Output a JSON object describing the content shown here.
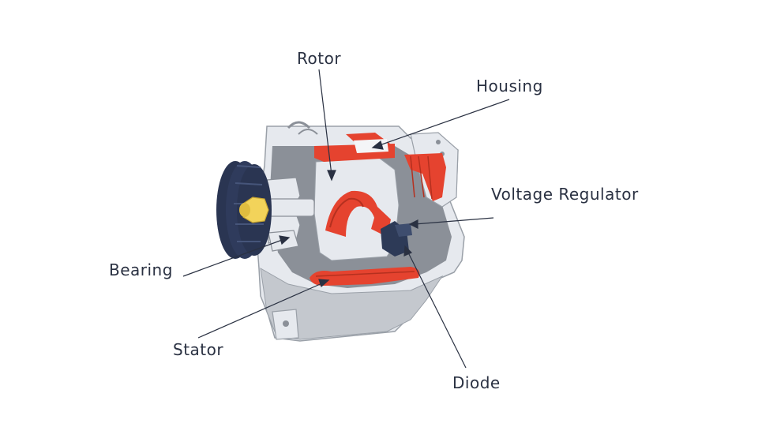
{
  "labels": {
    "rotor": "Rotor",
    "housing": "Housing",
    "voltage_regulator": "Voltage Regulator",
    "bearing": "Bearing",
    "stator": "Stator",
    "diode": "Diode"
  },
  "colors": {
    "pulley": "#2a3552",
    "housing_light": "#e6e9ee",
    "housing_dark": "#8b9098",
    "housing_mid": "#b9bdc4",
    "coil_red": "#e5432f",
    "shaft_yellow": "#f2d35a",
    "diode_dark": "#2d3a57",
    "leader_line": "#2a3142"
  }
}
